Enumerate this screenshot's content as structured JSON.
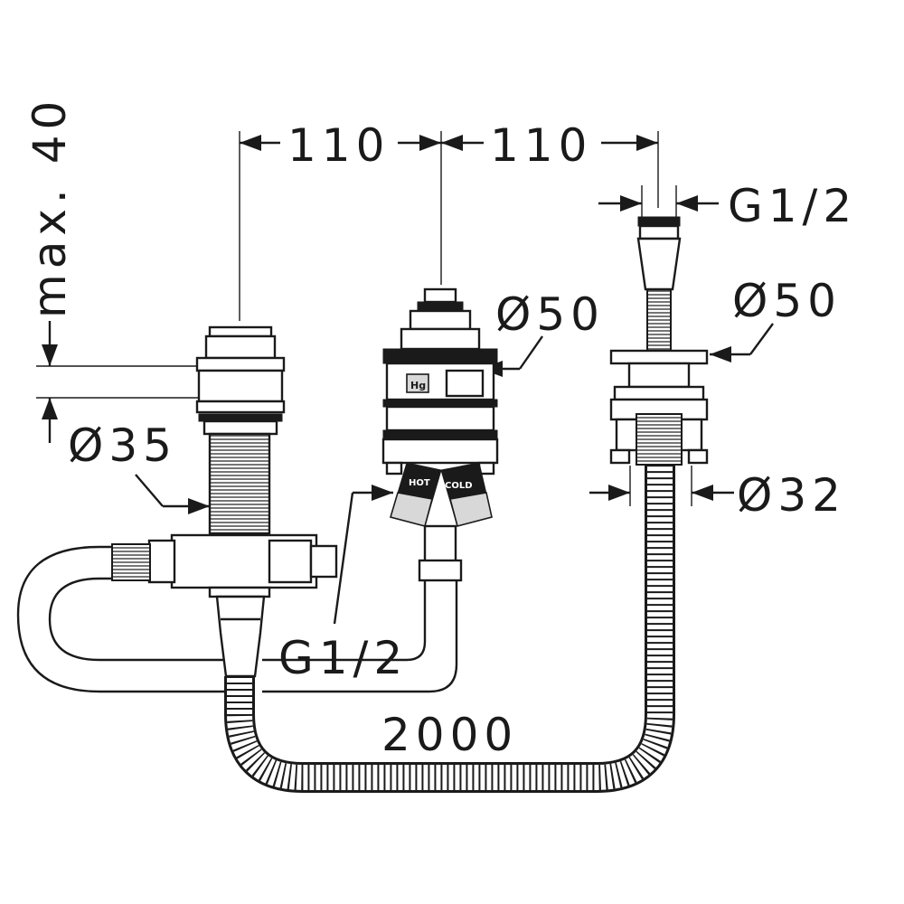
{
  "diagram": {
    "dimensions": {
      "spacing_left": "110",
      "spacing_right": "110",
      "max_height": "max. 40",
      "diameter_left": "Ø35",
      "diameter_center": "Ø50",
      "diameter_right_top": "Ø50",
      "diameter_right_bottom": "Ø32",
      "thread_top": "G1/2",
      "thread_bottom": "G1/2",
      "hose_length": "2000"
    },
    "valve_labels": {
      "brand_mark": "Hg",
      "hot": "HOT",
      "cold": "COLD"
    },
    "colors": {
      "line": "#1a1a1a",
      "background": "#ffffff"
    }
  }
}
